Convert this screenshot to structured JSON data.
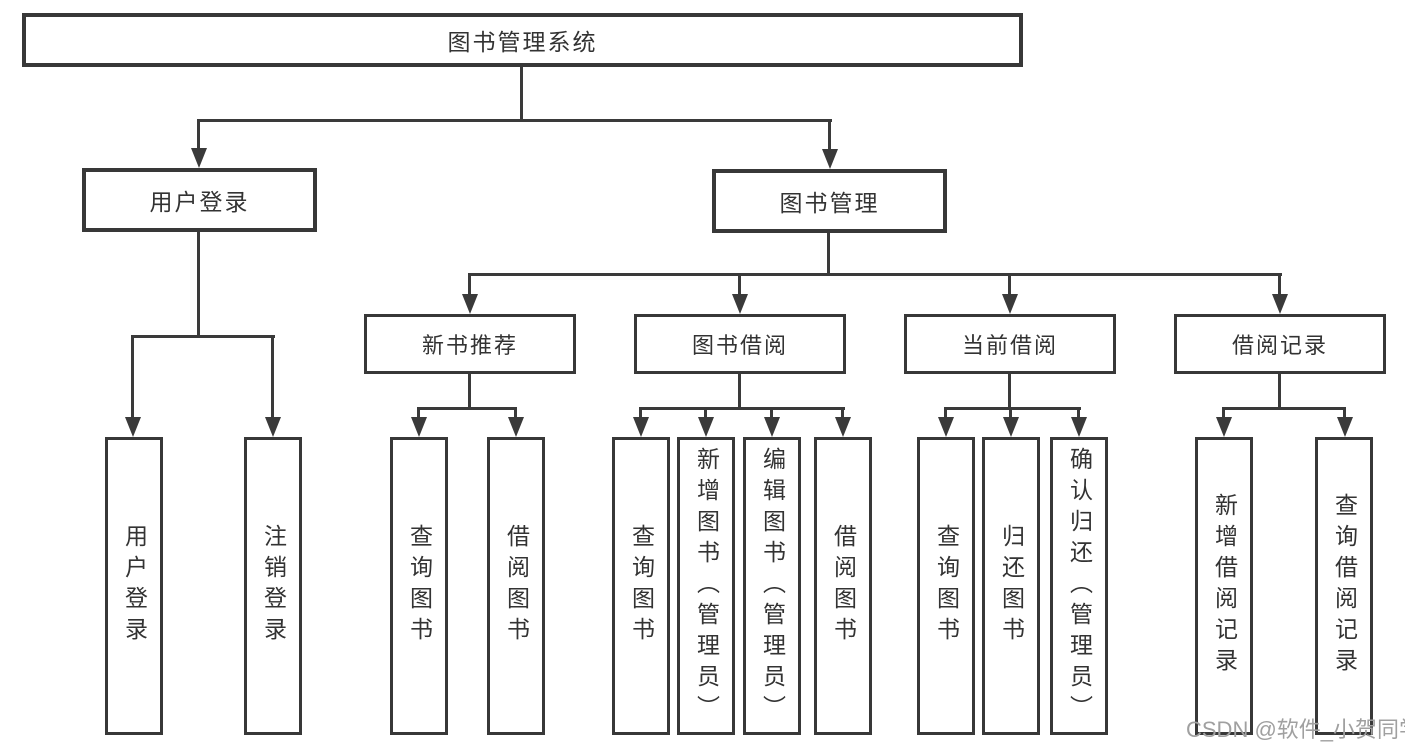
{
  "diagram": {
    "title": "图书管理系统",
    "root": {
      "label": "图书管理系统"
    },
    "level2": [
      {
        "label": "用户登录"
      },
      {
        "label": "图书管理"
      }
    ],
    "level3": [
      {
        "label": "新书推荐",
        "parent": "图书管理"
      },
      {
        "label": "图书借阅",
        "parent": "图书管理"
      },
      {
        "label": "当前借阅",
        "parent": "图书管理"
      },
      {
        "label": "借阅记录",
        "parent": "图书管理"
      }
    ],
    "leaves": [
      {
        "label": "用户登录",
        "parent": "用户登录"
      },
      {
        "label": "注销登录",
        "parent": "用户登录"
      },
      {
        "label": "查询图书",
        "parent": "新书推荐"
      },
      {
        "label": "借阅图书",
        "parent": "新书推荐"
      },
      {
        "label": "查询图书",
        "parent": "图书借阅"
      },
      {
        "label": "新增图书（管理员）",
        "parent": "图书借阅"
      },
      {
        "label": "编辑图书（管理员）",
        "parent": "图书借阅"
      },
      {
        "label": "借阅图书",
        "parent": "图书借阅"
      },
      {
        "label": "查询图书",
        "parent": "当前借阅"
      },
      {
        "label": "归还图书",
        "parent": "当前借阅"
      },
      {
        "label": "确认归还（管理员）",
        "parent": "当前借阅"
      },
      {
        "label": "新增借阅记录",
        "parent": "借阅记录"
      },
      {
        "label": "查询借阅记录",
        "parent": "借阅记录"
      }
    ],
    "watermark": "CSDN @软件_小贺同学",
    "colors": {
      "line": "#3a3a3a",
      "border": "#383838",
      "text": "#333333",
      "background": "#ffffff",
      "watermark": "#a0a0a0"
    }
  }
}
